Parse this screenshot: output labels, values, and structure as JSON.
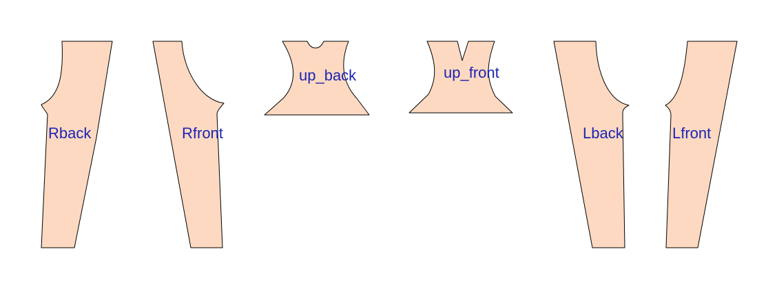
{
  "colors": {
    "piece_fill": "#fdd9c1",
    "piece_stroke": "#000000",
    "label_color": "#1d24b3",
    "background": "#ffffff"
  },
  "pieces": {
    "rback": {
      "label": "Rback"
    },
    "rfront": {
      "label": "Rfront"
    },
    "up_back": {
      "label": "up_back"
    },
    "up_front": {
      "label": "up_front"
    },
    "lback": {
      "label": "Lback"
    },
    "lfront": {
      "label": "Lfront"
    }
  }
}
